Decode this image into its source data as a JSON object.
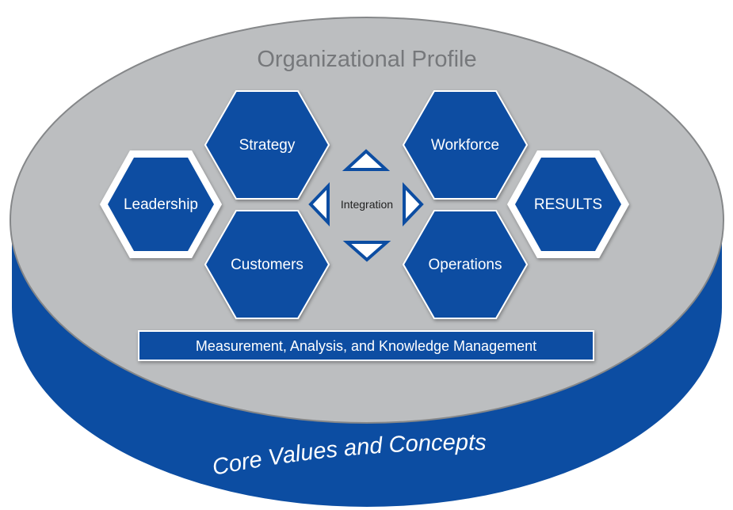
{
  "title": "Organizational Profile",
  "hexagons": {
    "leadership": "Leadership",
    "strategy": "Strategy",
    "customers": "Customers",
    "workforce": "Workforce",
    "operations": "Operations",
    "results": "RESULTS"
  },
  "integration": "Integration",
  "measurement": "Measurement, Analysis, and Knowledge Management",
  "base": "Core Values and Concepts",
  "colors": {
    "blue": "#0c4da2",
    "gray": "#bcbec0",
    "title": "#76787b"
  }
}
